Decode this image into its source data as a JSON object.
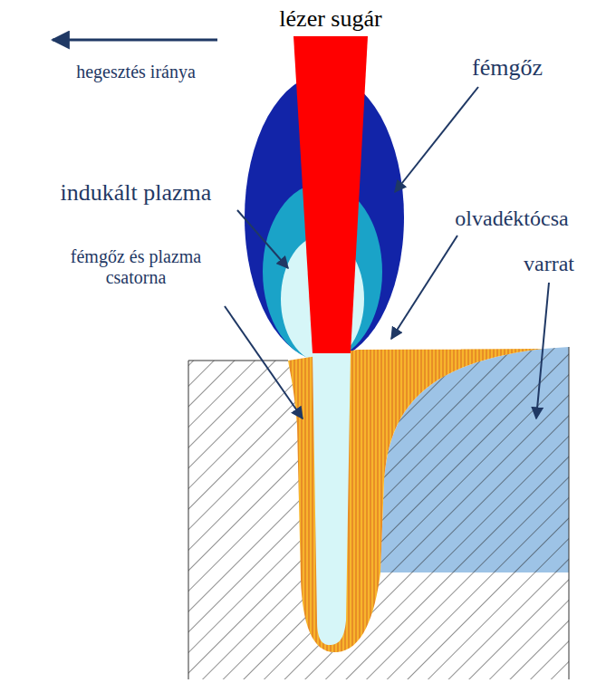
{
  "diagram": {
    "labels": [
      "lézer sugár",
      "hegesztés iránya",
      "fémgőz",
      "indukált plazma",
      "olvadéktócsa",
      "fémgőz és plazma csatorna",
      "varrat"
    ]
  }
}
